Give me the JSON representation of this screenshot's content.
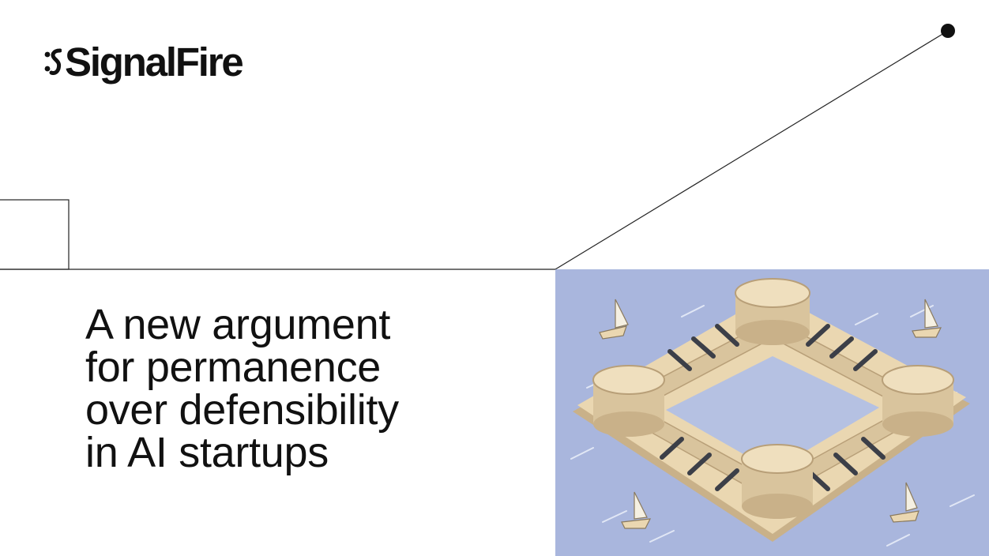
{
  "brand": {
    "name": "SignalFire",
    "logo_icon": "signalfire-mark-icon"
  },
  "article": {
    "headline_lines": [
      "A new argument",
      "for permanence",
      "over defensibility",
      "in AI startups"
    ]
  },
  "illustration": {
    "subject": "fortress-icon",
    "colors": {
      "water": "#a9b6dd",
      "stone": "#e6d3ad",
      "stone_shadow": "#c9b189",
      "cannon": "#3c3f48"
    }
  },
  "colors": {
    "background": "#ffffff",
    "ink": "#111111"
  }
}
